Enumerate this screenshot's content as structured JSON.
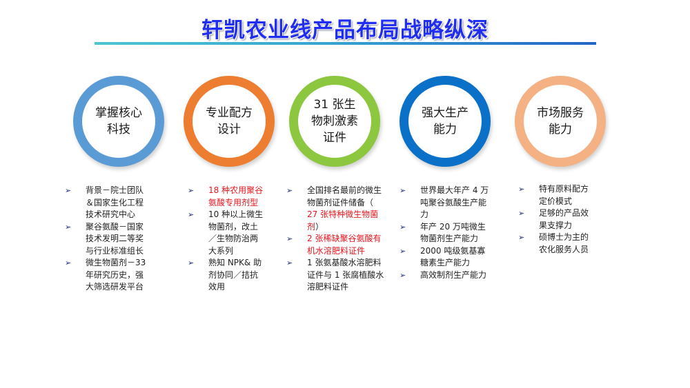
{
  "title": "轩凯农业线产品布局战略纵深",
  "colors": {
    "title": "#1f2ef0",
    "highlight": "#e8161e",
    "ring_1": "#5b9bd5",
    "ring_2": "#ed7d31",
    "ring_3": "#8dc63f",
    "ring_4": "#0a70c8",
    "ring_5": "#f4b183"
  },
  "bullet_icon": "arrow-bullet-icon",
  "circles": [
    {
      "label": "掌握核心科技"
    },
    {
      "label": "专业配方设计"
    },
    {
      "label": "31 张生物刺激素证件"
    },
    {
      "label": "强大生产能力"
    },
    {
      "label": "市场服务能力"
    }
  ],
  "columns": [
    {
      "items": [
        {
          "parts": [
            {
              "text": "背景－院士团队＆国家生化工程技术研究中心"
            }
          ]
        },
        {
          "parts": [
            {
              "text": "聚谷氨酸－国家技术发明二等奖与行业标准组长"
            }
          ]
        },
        {
          "parts": [
            {
              "text": "微生物菌剂－33 年研究历史，强大筛选研发平台"
            }
          ]
        }
      ]
    },
    {
      "items": [
        {
          "parts": [
            {
              "text": "18 种农用聚谷氨酸专用剂型",
              "red": true
            }
          ]
        },
        {
          "parts": [
            {
              "text": "10 种以上微生物菌剂，改土／生物防治两大系列"
            }
          ]
        },
        {
          "parts": [
            {
              "text": "熟知 NPK& 助剂协同／拮抗效用"
            }
          ]
        }
      ]
    },
    {
      "items": [
        {
          "parts": [
            {
              "text": "全国排名最前的微生物菌剂证件储备（ "
            },
            {
              "text": "27 张特种微生物菌剂",
              "red": true
            },
            {
              "text": "）"
            }
          ]
        },
        {
          "parts": [
            {
              "text": "2 张稀缺聚谷氨酸有机水溶肥料证件",
              "red": true
            }
          ]
        },
        {
          "parts": [
            {
              "text": "1 张氨基酸水溶肥料证件与 1 张腐植酸水溶肥料证件"
            }
          ]
        }
      ]
    },
    {
      "items": [
        {
          "parts": [
            {
              "text": "世界最大年产 4 万吨聚谷氨酸生产能力"
            }
          ]
        },
        {
          "parts": [
            {
              "text": "年产 20 万吨微生物菌剂生产能力"
            }
          ]
        },
        {
          "parts": [
            {
              "text": "2000 吨级氨基寡糖素生产能力"
            }
          ]
        },
        {
          "parts": [
            {
              "text": "高效制剂生产能力"
            }
          ]
        }
      ]
    },
    {
      "items": [
        {
          "parts": [
            {
              "text": "特有原料配方定价模式"
            }
          ]
        },
        {
          "parts": [
            {
              "text": "足够的产品效果支撑力"
            }
          ]
        },
        {
          "parts": [
            {
              "text": "硕博士为主的农化服务人员"
            }
          ]
        }
      ]
    }
  ]
}
